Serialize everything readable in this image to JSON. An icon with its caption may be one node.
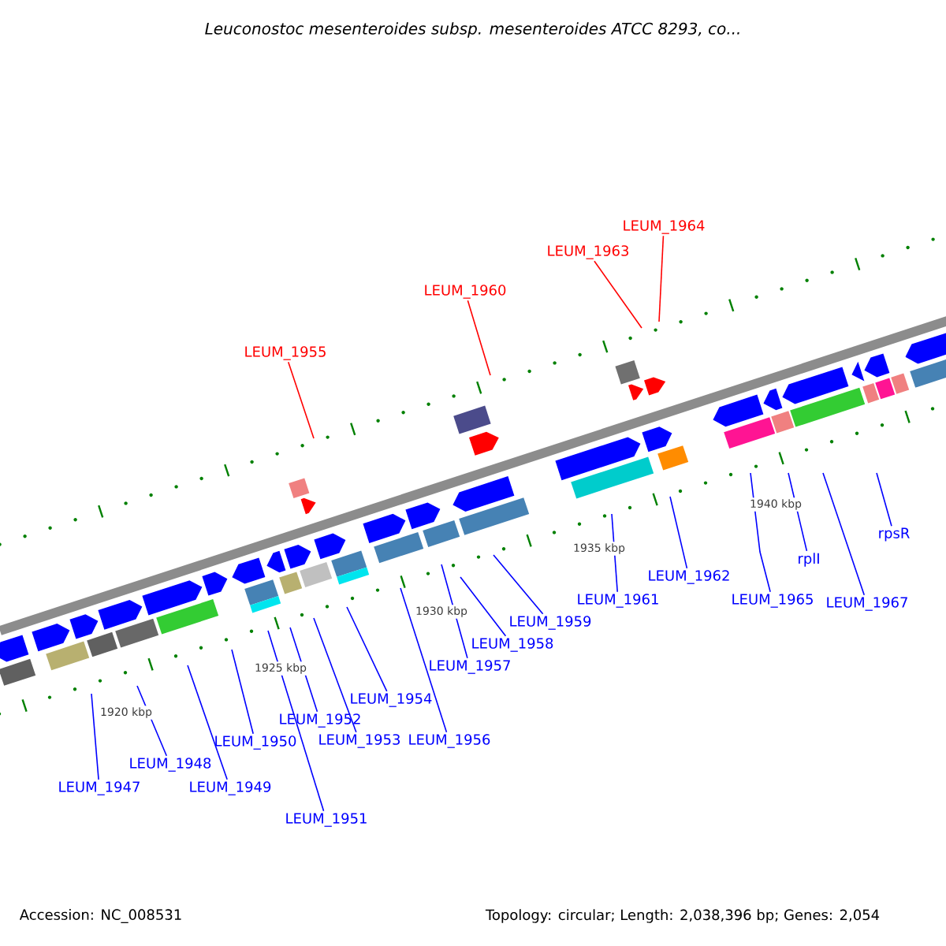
{
  "diagram": {
    "title": "Leuconostoc mesenteroides subsp. mesenteroides ATCC 8293, co...",
    "nodes": [
      {
        "text": [
          "LEUM_1964"
        ]
      },
      {
        "text": [
          "LEUM_1963"
        ]
      },
      {
        "text": [
          "LEUM_1960"
        ]
      },
      {
        "text": [
          "LEUM_1955"
        ]
      },
      {
        "text": [
          "rpsR"
        ]
      },
      {
        "text": [
          "rplI"
        ]
      },
      {
        "text": [
          "LEUM_1962"
        ]
      },
      {
        "text": [
          "LEUM_1961"
        ]
      },
      {
        "text": [
          "LEUM_1965"
        ]
      },
      {
        "text": [
          "LEUM_1967"
        ]
      },
      {
        "text": [
          "LEUM_1959"
        ]
      },
      {
        "text": [
          "LEUM_1958"
        ]
      },
      {
        "text": [
          "LEUM_1957"
        ]
      },
      {
        "text": [
          "LEUM_1954"
        ]
      },
      {
        "text": [
          "LEUM_1952"
        ]
      },
      {
        "text": [
          "LEUM_1950"
        ]
      },
      {
        "text": [
          "LEUM_1953"
        ]
      },
      {
        "text": [
          "LEUM_1956"
        ]
      },
      {
        "text": [
          "LEUM_1948"
        ]
      },
      {
        "text": [
          "LEUM_1947"
        ]
      },
      {
        "text": [
          "LEUM_1949"
        ]
      },
      {
        "text": [
          "LEUM_1951"
        ]
      }
    ],
    "edges": [
      {
        "from": 0,
        "to": null,
        "arrow": "none",
        "color": "#ff0000"
      },
      {
        "from": 1,
        "to": null,
        "arrow": "none",
        "color": "#ff0000"
      },
      {
        "from": 2,
        "to": null,
        "arrow": "none",
        "color": "#ff0000"
      },
      {
        "from": 3,
        "to": null,
        "arrow": "none",
        "color": "#ff0000"
      },
      {
        "from": 4,
        "to": null,
        "arrow": "none"
      },
      {
        "from": 5,
        "to": null,
        "arrow": "none"
      },
      {
        "from": 6,
        "to": null,
        "arrow": "none"
      },
      {
        "from": 7,
        "to": null,
        "arrow": "none"
      },
      {
        "from": 8,
        "to": null,
        "arrow": "none"
      },
      {
        "from": 9,
        "to": null,
        "arrow": "none"
      },
      {
        "from": 10,
        "to": null,
        "arrow": "none"
      },
      {
        "from": 11,
        "to": null,
        "arrow": "none"
      },
      {
        "from": 12,
        "to": null,
        "arrow": "none"
      },
      {
        "from": 13,
        "to": null,
        "arrow": "none"
      },
      {
        "from": 14,
        "to": null,
        "arrow": "none"
      },
      {
        "from": 15,
        "to": null,
        "arrow": "none"
      },
      {
        "from": 16,
        "to": null,
        "arrow": "none"
      },
      {
        "from": 17,
        "to": null,
        "arrow": "none"
      },
      {
        "from": 18,
        "to": null,
        "arrow": "none"
      },
      {
        "from": 19,
        "to": null,
        "arrow": "none"
      },
      {
        "from": 20,
        "to": null,
        "arrow": "none"
      },
      {
        "from": 21,
        "to": null,
        "arrow": "none"
      }
    ],
    "labels": [
      "1940 kbp",
      "1935 kbp",
      "1930 kbp",
      "1925 kbp",
      "1920 kbp",
      "Accession: NC_008531",
      "Topology: circular; Length: 2,038,396 bp; Genes: 2,054"
    ]
  }
}
